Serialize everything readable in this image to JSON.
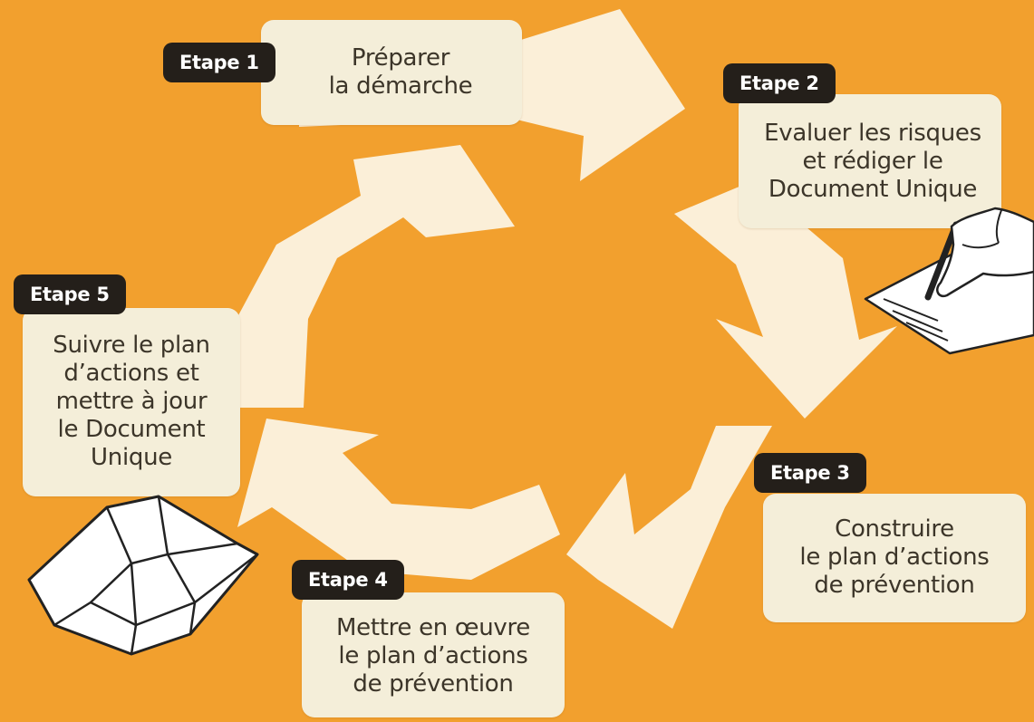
{
  "colors": {
    "background": "#f2a02e",
    "card": "#f4eed9",
    "badge": "#241f1a",
    "arrow": "#fbf3e2"
  },
  "steps": [
    {
      "label": "Etape 1",
      "text": "Préparer\nla démarche"
    },
    {
      "label": "Etape 2",
      "text": "Evaluer les risques\net rédiger le\nDocument Unique"
    },
    {
      "label": "Etape 3",
      "text": "Construire\nle plan d’actions\nde prévention"
    },
    {
      "label": "Etape 4",
      "text": "Mettre en œuvre\nle plan d’actions\nde prévention"
    },
    {
      "label": "Etape 5",
      "text": "Suivre le plan\nd’actions et\nmettre à jour\nle Document\nUnique"
    }
  ],
  "icons": {
    "step2": "hand-writing-document-icon",
    "step5": "folded-map-icon"
  }
}
